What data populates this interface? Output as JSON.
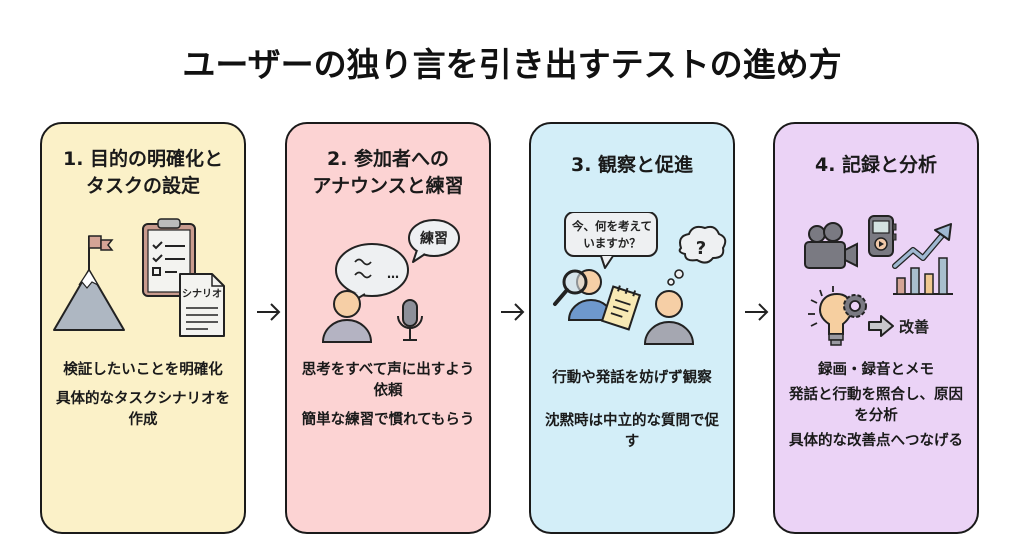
{
  "title": "ユーザーの独り言を引き出すテストの進め方",
  "colors": {
    "card1_bg": "#fbf1c8",
    "card2_bg": "#fcd3d3",
    "card3_bg": "#d3eef8",
    "card4_bg": "#ebd3f6",
    "border": "#1a1a1a"
  },
  "steps": [
    {
      "heading_line1": "1. 目的の明確化と",
      "heading_line2": "タスクの設定",
      "illustration_label": "シナリオ",
      "icons": [
        "mountain-flag-icon",
        "clipboard-checklist-icon",
        "scenario-document-icon"
      ],
      "points": [
        "検証したいことを明確化",
        "具体的なタスクシナリオを作成"
      ]
    },
    {
      "heading_line1": "2. 参加者への",
      "heading_line2": "アナウンスと練習",
      "illustration_label": "練習",
      "icons": [
        "speech-bubble-icon",
        "person-icon",
        "microphone-icon"
      ],
      "points": [
        "思考をすべて声に出すよう依頼",
        "簡単な練習で慣れてもらう"
      ]
    },
    {
      "heading_line1": "3. 観察と促進",
      "heading_line2": "",
      "illustration_label": "今、何を考えていますか？",
      "illustration_label_line1": "今、何を考え",
      "illustration_label_line2": "ていますか？",
      "thought_mark": "?",
      "icons": [
        "magnifier-icon",
        "observer-icon",
        "notepad-icon",
        "thought-bubble-icon",
        "participant-icon"
      ],
      "points": [
        "行動や発話を妨げず観察",
        "沈黙時は中立的な質問で促す"
      ]
    },
    {
      "heading_line1": "4. 記録と分析",
      "heading_line2": "",
      "illustration_label": "改善",
      "icons": [
        "video-camera-icon",
        "voice-recorder-icon",
        "trend-chart-icon",
        "lightbulb-gear-icon",
        "arrow-right-icon"
      ],
      "points": [
        "録画・録音とメモ",
        "発話と行動を照合し、原因を分析",
        "具体的な改善点へつなげる"
      ]
    }
  ]
}
